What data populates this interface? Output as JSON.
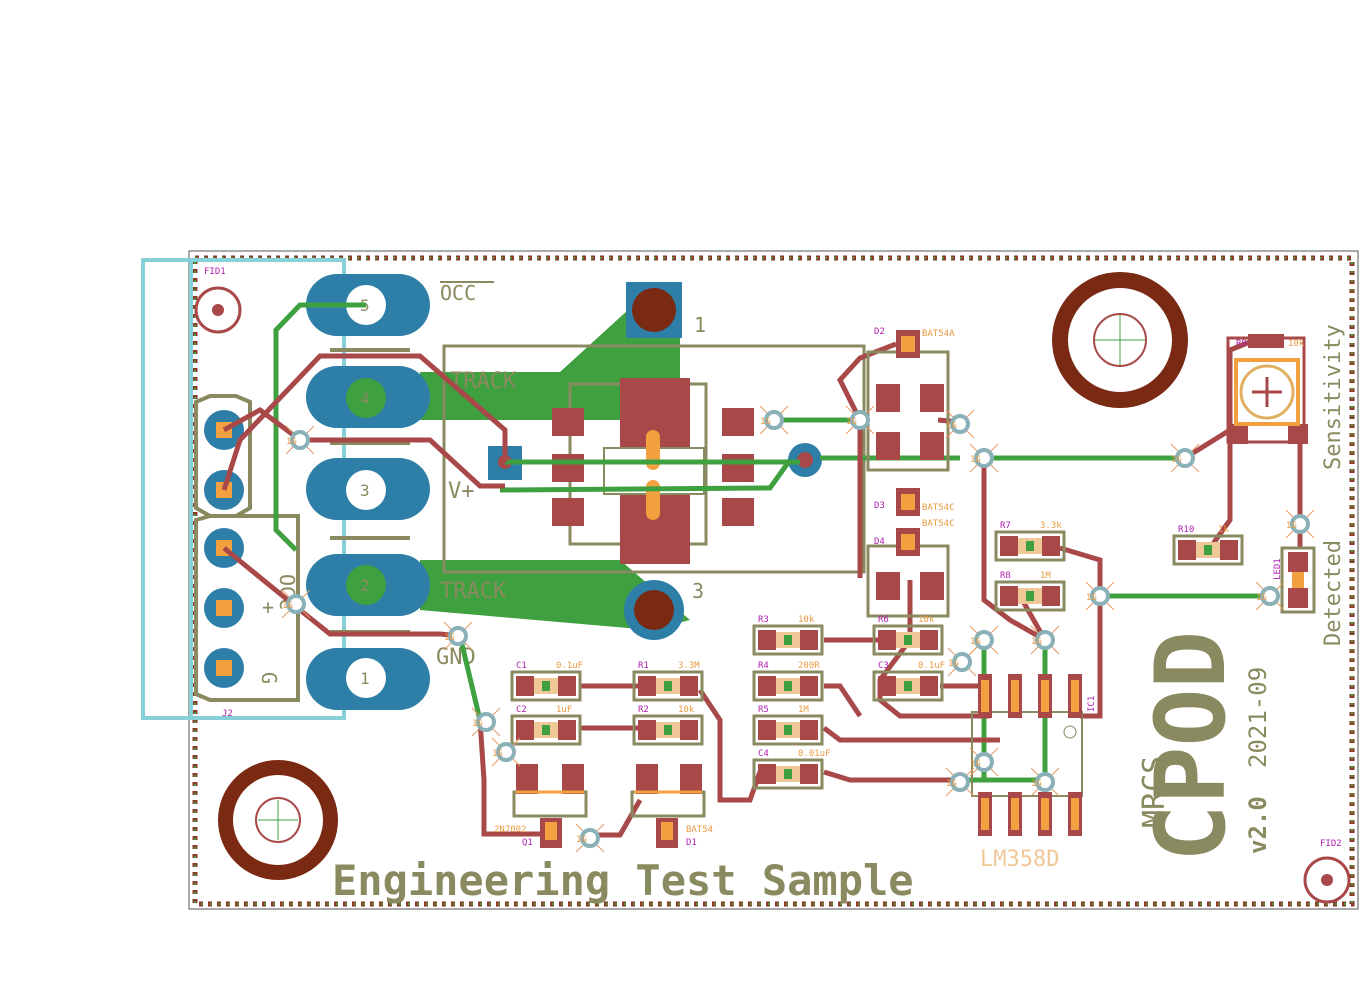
{
  "board": {
    "title_text": "Engineering Test Sample",
    "brand_text": "CPOD",
    "org_text": "MRCS",
    "version_text": "v2.0",
    "date_text": "2021-09",
    "sensitivity_label": "Sensitivity",
    "detected_label": "Detected",
    "colors": {
      "outline": "#555555",
      "copper_top": "#a84848",
      "copper_bottom": "#3fa040",
      "pad_blue": "#2e7fa8",
      "silk": "#8a8a60",
      "keepout": "#7a2a12",
      "connector_outline": "#88d0d8",
      "orange": "#f2a040",
      "label_magenta": "#b020b0"
    }
  },
  "connector_j1": {
    "pins": [
      "5",
      "4",
      "3",
      "2",
      "1"
    ],
    "labels": {
      "occ": "OCC",
      "track_top": "TRACK",
      "vplus": "V+",
      "track_bottom": "TRACK",
      "gnd": "GND"
    }
  },
  "header_j2": {
    "name": "J2",
    "labels": {
      "occ": "OCC",
      "plus": "+",
      "gnd": "G"
    }
  },
  "fiducials": {
    "fid1": "FID1",
    "fid2": "FID2"
  },
  "transformer": {
    "pin1": "1",
    "pin3": "3"
  },
  "ic": {
    "name": "IC1",
    "value": "LM358D"
  },
  "components": [
    {
      "ref": "D2",
      "value": "BAT54A"
    },
    {
      "ref": "D3",
      "value": "BAT54C"
    },
    {
      "ref": "D4",
      "value": "BAT54C"
    },
    {
      "ref": "R3",
      "value": "10k"
    },
    {
      "ref": "R4",
      "value": "200R"
    },
    {
      "ref": "R5",
      "value": "1M"
    },
    {
      "ref": "C4",
      "value": "0.01uF"
    },
    {
      "ref": "R6",
      "value": "10k"
    },
    {
      "ref": "C3",
      "value": "0.1uF"
    },
    {
      "ref": "R7",
      "value": "3.3k"
    },
    {
      "ref": "R8",
      "value": "1M"
    },
    {
      "ref": "R9",
      "value": "10k"
    },
    {
      "ref": "R10",
      "value": "1k"
    },
    {
      "ref": "LED1",
      "value": ""
    },
    {
      "ref": "C1",
      "value": "0.1uF"
    },
    {
      "ref": "C2",
      "value": "1uF"
    },
    {
      "ref": "R1",
      "value": "3.3M"
    },
    {
      "ref": "R2",
      "value": "10k"
    },
    {
      "ref": "Q1",
      "value": "2N7002"
    },
    {
      "ref": "D1",
      "value": "BAT54"
    }
  ],
  "via_label": "1G"
}
